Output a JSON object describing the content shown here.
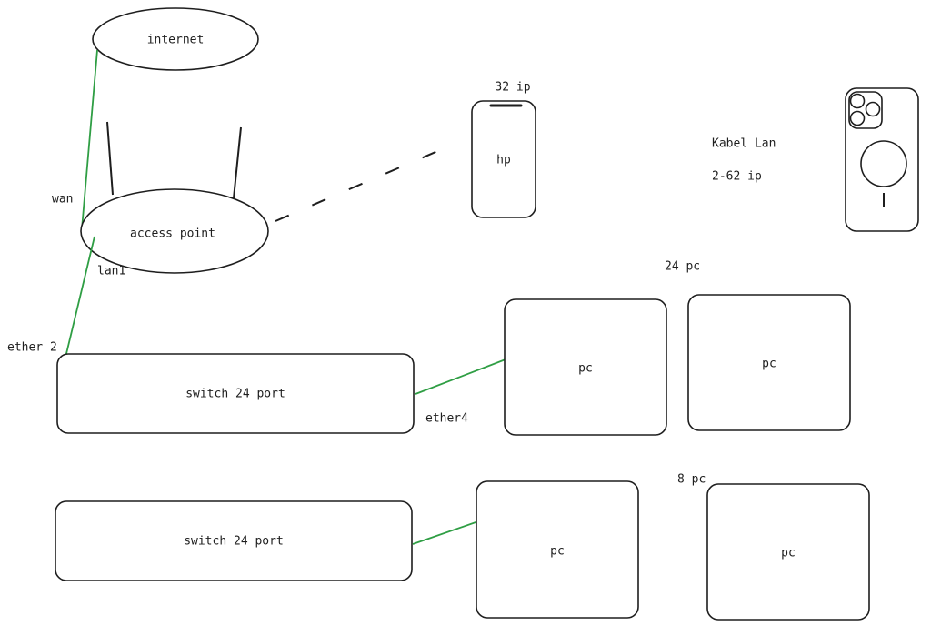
{
  "nodes": {
    "internet": "internet",
    "access_point": "access point",
    "hp": "hp",
    "switch1": "switch 24 port",
    "switch2": "switch 24 port",
    "pc1": "pc",
    "pc2": "pc",
    "pc3": "pc",
    "pc4": "pc"
  },
  "labels": {
    "wan": "wan",
    "lan1": "lan1",
    "ether2": "ether 2",
    "ether4": "ether4",
    "hp_ip": "32 ip",
    "cable_title": "Kabel Lan",
    "cable_ip": "2-62 ip",
    "pc_count_24": "24 pc",
    "pc_count_8": "8 pc"
  },
  "colors": {
    "stroke": "#1e1e1e",
    "connection": "#2f9e44"
  },
  "icons": {
    "phone": "phone-icon"
  }
}
